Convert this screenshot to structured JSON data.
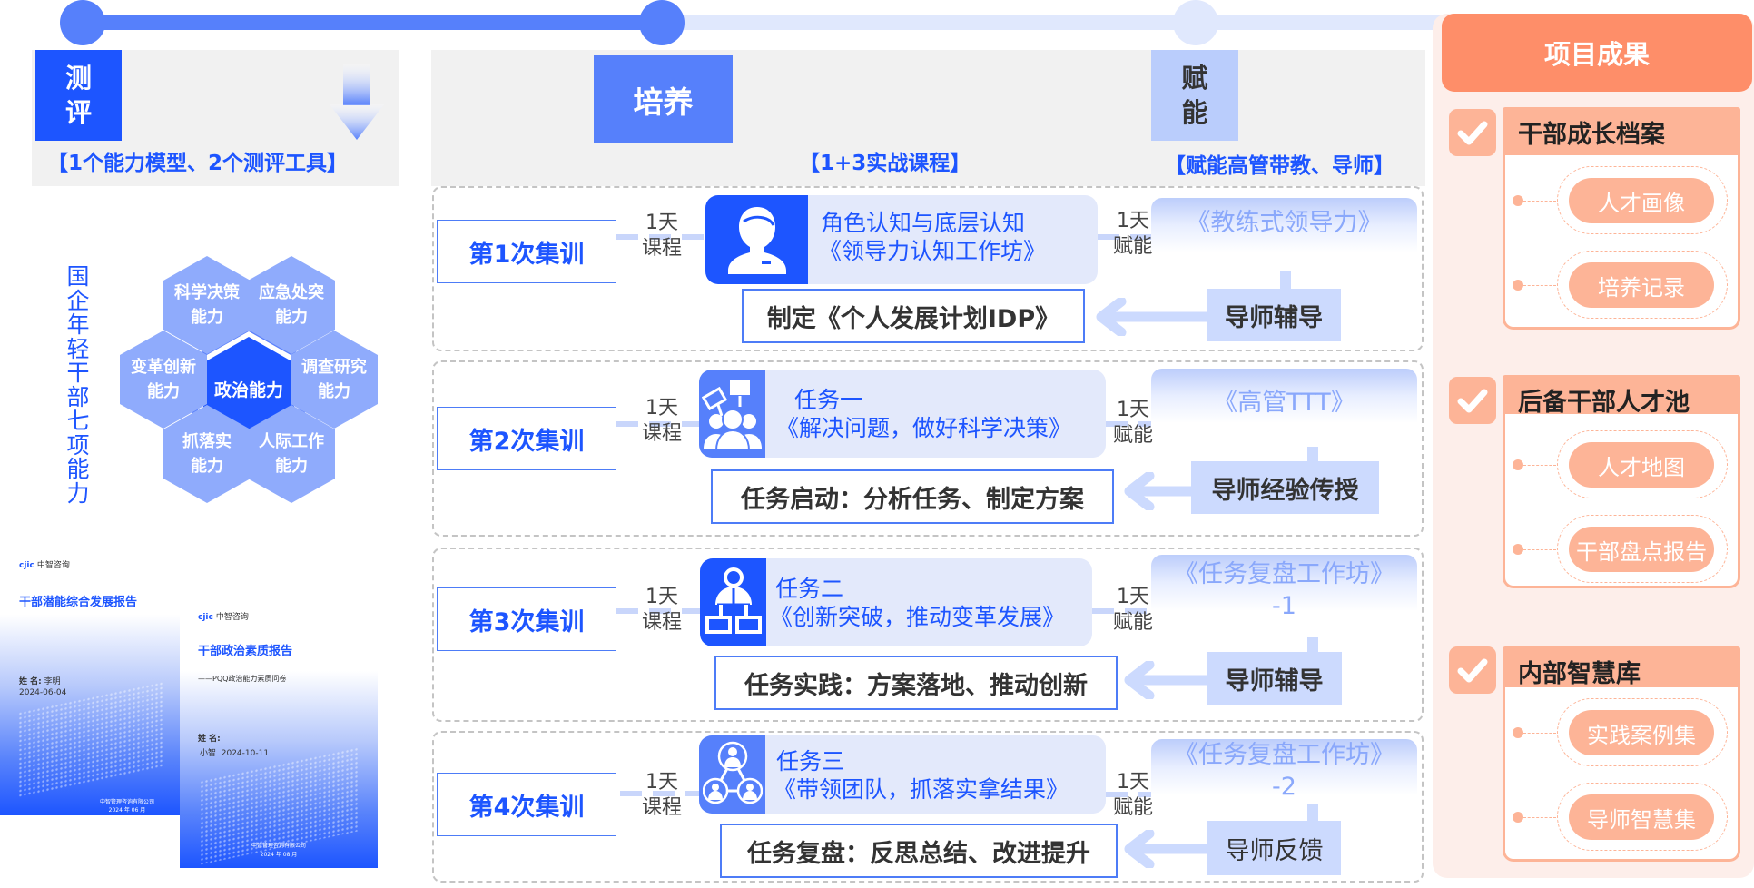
{
  "colors": {
    "primary_blue": "#1d55ff",
    "mid_blue": "#5680fb",
    "light_blue": "#ccdafe",
    "progress_track": "#e0e8fd",
    "orange": "#fe8e69",
    "light_orange": "#fdb497",
    "result_bg": "#fdeeea",
    "panel_gray": "#f1f1f1"
  },
  "progress": {
    "steps": [
      "测评",
      "培养",
      "赋能"
    ],
    "completed_steps": 2
  },
  "assessment": {
    "badge": "测评",
    "subtitle": "【1个能力模型、2个测评工具】",
    "model_title": "国企年轻干部七项能力",
    "center": "政治能力",
    "abilities": [
      {
        "line1": "科学决策",
        "line2": "能力"
      },
      {
        "line1": "应急处突",
        "line2": "能力"
      },
      {
        "line1": "变革创新",
        "line2": "能力"
      },
      {
        "line1": "调查研究",
        "line2": "能力"
      },
      {
        "line1": "抓落实",
        "line2": "能力"
      },
      {
        "line1": "人际工作",
        "line2": "能力"
      }
    ],
    "reports": [
      {
        "logo": "cjic",
        "logo_text": "中智咨询",
        "title": "干部潜能综合发展报告",
        "subtitle": "",
        "name_label": "姓 名:",
        "name": "李明",
        "date": "2024-06-04",
        "company": "中智管理咨询有限公司",
        "footer_date": "2024 年 06 月"
      },
      {
        "logo": "cjic",
        "logo_text": "中智咨询",
        "title": "干部政治素质报告",
        "subtitle": "——PQQ政治能力素质问卷",
        "name_label": "姓 名:",
        "name": "小智",
        "date": "2024-10-11",
        "company": "中智管理咨询有限公司",
        "footer_date": "2024 年 08 月"
      }
    ]
  },
  "training": {
    "badge": "培养",
    "subtitle": "【1+3实战课程】",
    "sessions": [
      {
        "name": "第1次集训",
        "course_duration": [
          "1天",
          "课程"
        ],
        "icon": "person-icon",
        "course_line1": "角色认知与底层认知",
        "course_line2": "《领导力认知工作坊》",
        "task": "制定《个人发展计划IDP》",
        "empower_duration": [
          "1天",
          "赋能"
        ],
        "empower_course": [
          "《教练式领导力》"
        ],
        "mentor": "导师辅导",
        "mentor_bold": true
      },
      {
        "name": "第2次集训",
        "course_duration": [
          "1天",
          "课程"
        ],
        "icon": "group-protest-icon",
        "course_line1": "任务一",
        "course_line2": "《解决问题，做好科学决策》",
        "task": "任务启动：分析任务、制定方案",
        "empower_duration": [
          "1天",
          "赋能"
        ],
        "empower_course": [
          "《高管TTT》"
        ],
        "mentor": "导师经验传授",
        "mentor_bold": true
      },
      {
        "name": "第3次集训",
        "course_duration": [
          "1天",
          "课程"
        ],
        "icon": "org-structure-icon",
        "course_line1": "任务二",
        "course_line2": "《创新突破，推动变革发展》",
        "task": "任务实践：方案落地、推动创新",
        "empower_duration": [
          "1天",
          "赋能"
        ],
        "empower_course": [
          "《任务复盘工作坊》",
          "-1"
        ],
        "mentor": "导师辅导",
        "mentor_bold": true
      },
      {
        "name": "第4次集训",
        "course_duration": [
          "1天",
          "课程"
        ],
        "icon": "team-network-icon",
        "course_line1": "任务三",
        "course_line2": "《带领团队，抓落实拿结果》",
        "task": "任务复盘：反思总结、改进提升",
        "empower_duration": [
          "1天",
          "赋能"
        ],
        "empower_course": [
          "《任务复盘工作坊》",
          "-2"
        ],
        "mentor": "导师反馈",
        "mentor_bold": false
      }
    ]
  },
  "empowerment": {
    "badge": "赋能",
    "subtitle": "【赋能高管带教、导师】"
  },
  "results": {
    "title": "项目成果",
    "sections": [
      {
        "title": "干部成长档案",
        "items": [
          "人才画像",
          "培养记录"
        ]
      },
      {
        "title": "后备干部人才池",
        "items": [
          "人才地图",
          "干部盘点报告"
        ]
      },
      {
        "title": "内部智慧库",
        "items": [
          "实践案例集",
          "导师智慧集"
        ]
      }
    ]
  }
}
